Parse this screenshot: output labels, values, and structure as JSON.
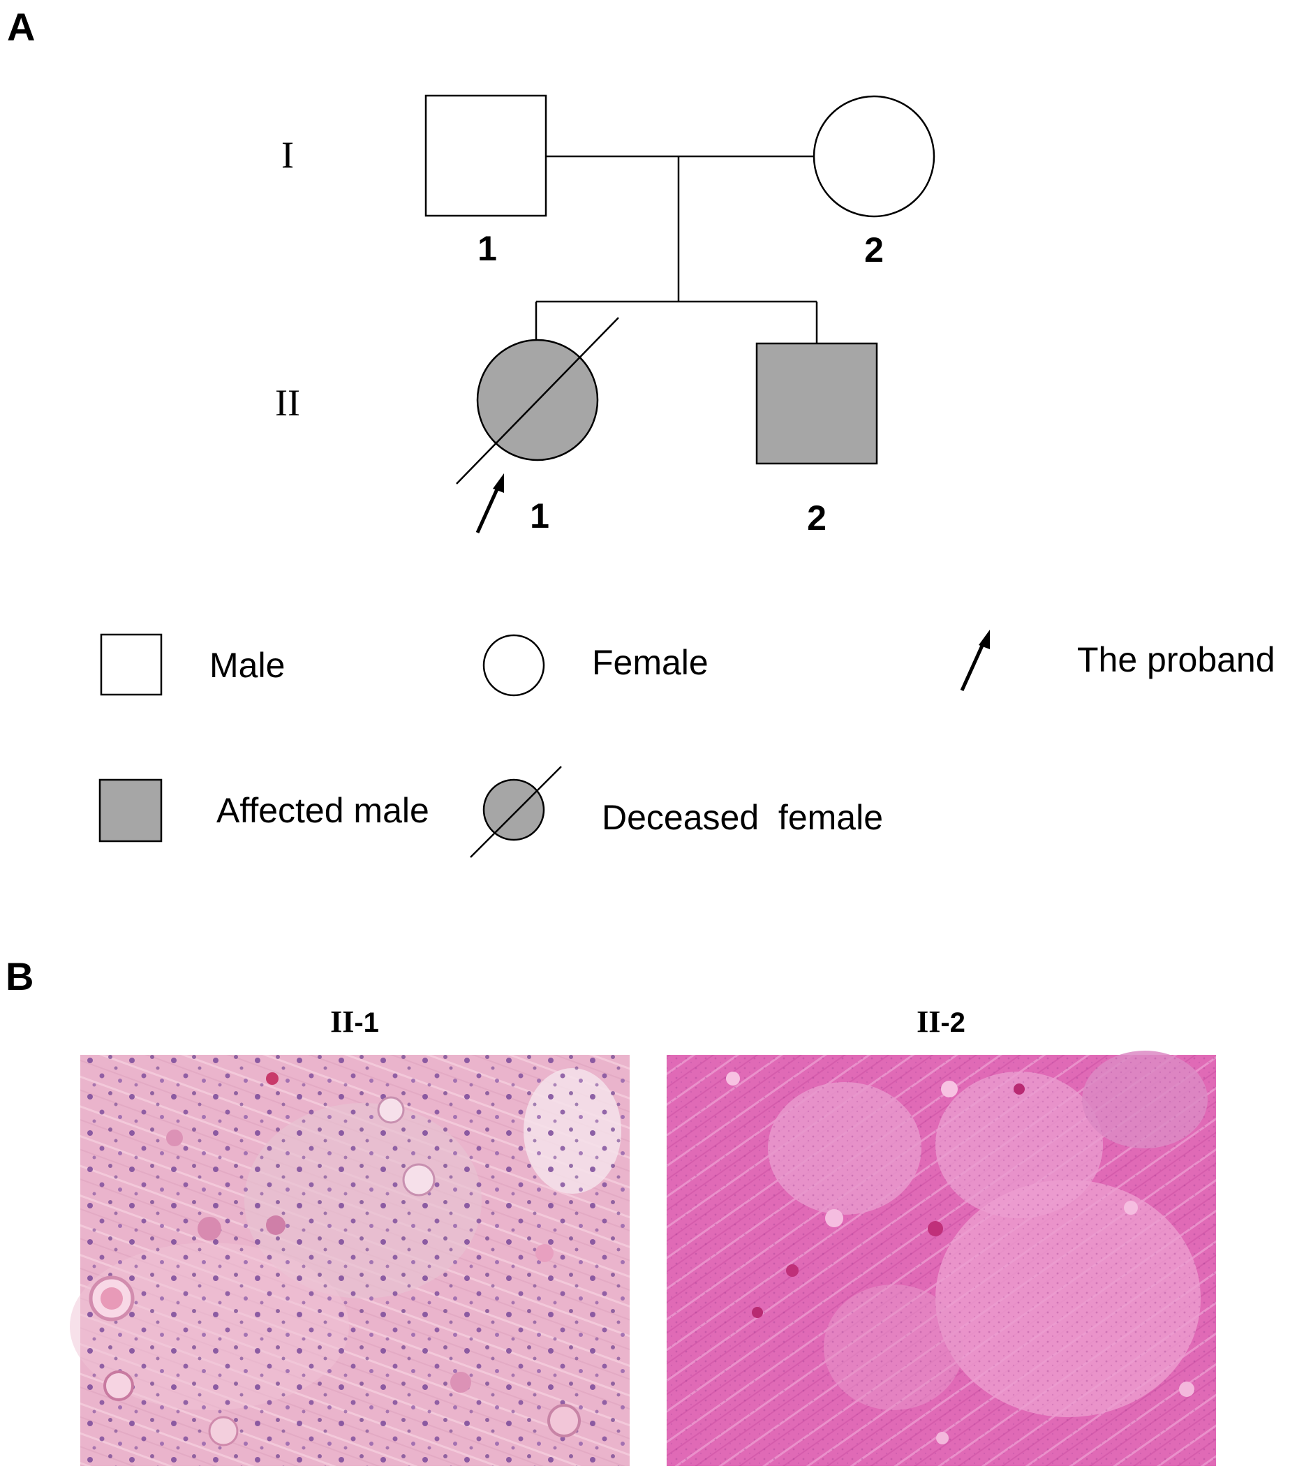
{
  "panels": {
    "a_label": "A",
    "b_label": "B"
  },
  "pedigree": {
    "generation_1": "I",
    "generation_2": "II",
    "individuals": {
      "i1": "1",
      "i2": "2",
      "ii1": "1",
      "ii2": "2"
    },
    "colors": {
      "affected_fill": "#a6a6a6",
      "unaffected_fill": "#ffffff",
      "line": "#000000"
    }
  },
  "legend": {
    "male": "Male",
    "female": "Female",
    "proband": "The proband",
    "affected_male": "Affected male",
    "deceased_female": "Deceased  female"
  },
  "histology": {
    "left_title_roman": "II",
    "left_title_suffix": "-1",
    "right_title_roman": "II",
    "right_title_suffix": "-2",
    "colors": {
      "left_base": "#eab4cc",
      "left_nuclei": "#7a4a9a",
      "right_base": "#e06ab6",
      "right_fibers": "#f2b0dc"
    }
  }
}
